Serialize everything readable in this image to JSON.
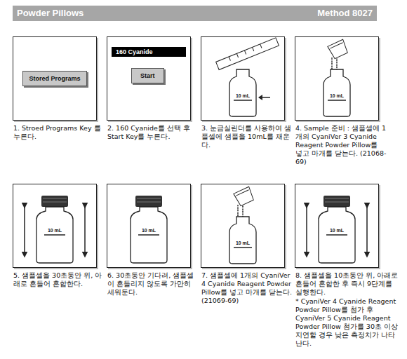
{
  "diagram": {
    "title": "Powder Pillows",
    "nodes": [
      {
        "text": [
          "1. Stroed Programs Key 를 누른다."
        ]
      },
      {
        "text": [
          "Stored Programs"
        ],
        "in": 0
      },
      {
        "text": [
          "2. 160 Cyanide를 선택 후 Start Key를 누른다."
        ]
      },
      {
        "text": [
          "160 Cyanide"
        ],
        "in": 2
      },
      {
        "text": [
          "Start"
        ],
        "in": 2
      },
      {
        "text": [
          "3. 눈금실린더를 사용하여 샘플셀에 샘플을 10mL를 채운다."
        ]
      },
      {
        "text": [
          "4. Sample 준비 : 샘플셀에 1개의 CyaniVer 3 Cyanide Reagent Powder Pillow를 넣고 마개를 닫는다. (21068-69)"
        ]
      },
      {
        "text": [
          "5. 샘플셀을 30초동안 위, 아래로 흔들어 혼합한다."
        ]
      },
      {
        "text": [
          "6. 30초동안 기다려, 샘플셀이 흔들리지 않도록 가만히 세워둔다."
        ]
      },
      {
        "text": [
          "7. 샘플셀에 1개의 CyaniVer 4 Cyanide Reagent Powder Pillow를 넣고 마개를 닫는다. (21069-69)"
        ]
      },
      {
        "text": [
          "8. 샘플셀을 10초동안 위, 아래로 흔들어 혼합한 후 즉시 9단계를 실행한다.",
          "* CyaniVer 4 Cyanide Reagent Powder Pillow를 첨가 후 CyaniVer 5 Cyanide Reagent Powder Pillow 첨가를 30초 이상 지연할 경우 낮은 측정치가 나타난다."
        ]
      }
    ],
    "edges": [],
    "labels": [
      "Method 8027",
      "10 mL",
      "10 mL",
      "10 mL",
      "10 mL",
      "10 mL",
      "10 mL"
    ]
  }
}
